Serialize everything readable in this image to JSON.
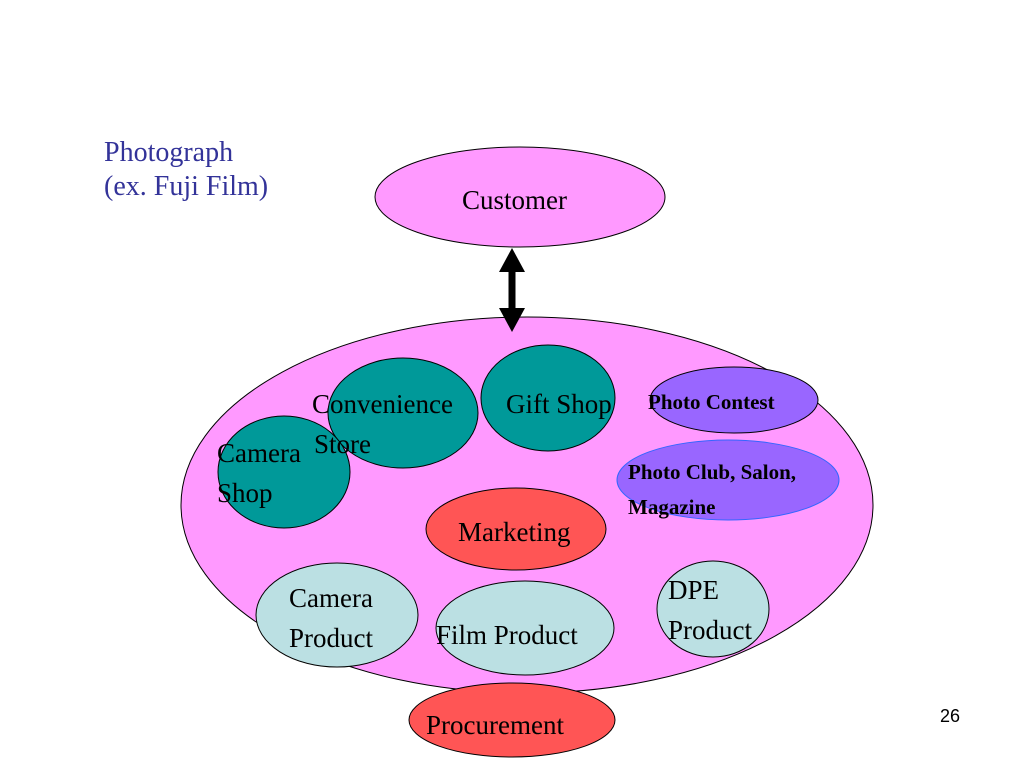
{
  "title": {
    "line1": "Photograph",
    "line2": "(ex. Fuji Film)"
  },
  "nodes": {
    "customer": "Customer",
    "convenience_line1": "Convenience",
    "convenience_line2": "Store",
    "gift_shop": "Gift Shop",
    "photo_contest": "Photo Contest",
    "camera_shop_line1": "Camera",
    "camera_shop_line2": "Shop",
    "photo_club_line1": "Photo Club, Salon,",
    "photo_club_line2": "Magazine",
    "marketing": "Marketing",
    "camera_product_line1": "Camera",
    "camera_product_line2": "Product",
    "film_product": "Film Product",
    "dpe_line1": "DPE",
    "dpe_line2": "Product",
    "procurement": "Procurement"
  },
  "colors": {
    "pink": "#ff99ff",
    "teal": "#009999",
    "purple": "#9966ff",
    "red": "#ff5555",
    "light_blue": "#bbe0e3",
    "title_blue": "#333399"
  },
  "page_number": "26"
}
